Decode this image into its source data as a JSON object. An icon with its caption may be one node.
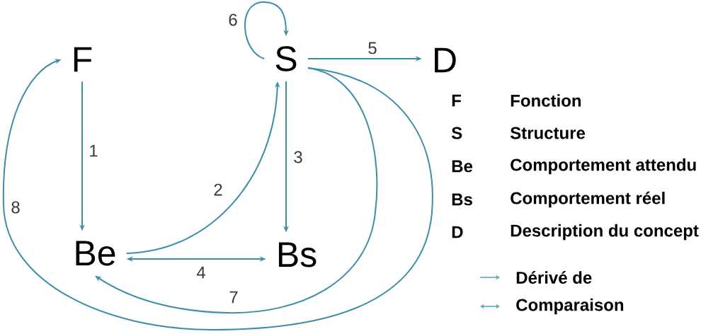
{
  "diagram": {
    "nodes": [
      {
        "text": [
          "F"
        ]
      },
      {
        "text": [
          "S"
        ]
      },
      {
        "text": [
          "D"
        ]
      },
      {
        "text": [
          "Be"
        ]
      },
      {
        "text": [
          "Bs"
        ]
      }
    ],
    "edges": [
      {
        "from": 0,
        "to": 3,
        "arrow": "to",
        "label": "1"
      },
      {
        "from": 3,
        "to": 1,
        "arrow": "to",
        "label": "2"
      },
      {
        "from": 1,
        "to": 4,
        "arrow": "to",
        "label": "3"
      },
      {
        "from": 3,
        "to": 4,
        "arrow": "both",
        "label": "4"
      },
      {
        "from": 1,
        "to": 2,
        "arrow": "to",
        "label": "5"
      },
      {
        "from": 1,
        "to": 1,
        "arrow": "to",
        "label": "6"
      },
      {
        "from": 1,
        "to": 3,
        "arrow": "to",
        "label": "7"
      },
      {
        "from": 1,
        "to": 0,
        "arrow": "to",
        "label": "8"
      }
    ],
    "labels": [
      "F",
      "Fonction",
      "S",
      "Structure",
      "Be",
      "Comportement attendu",
      "Bs",
      "Comportement réel",
      "D",
      "Description du concept"
    ],
    "legend": [
      {
        "text": "Dérivé de"
      },
      {
        "text": "Comparaison"
      }
    ]
  }
}
